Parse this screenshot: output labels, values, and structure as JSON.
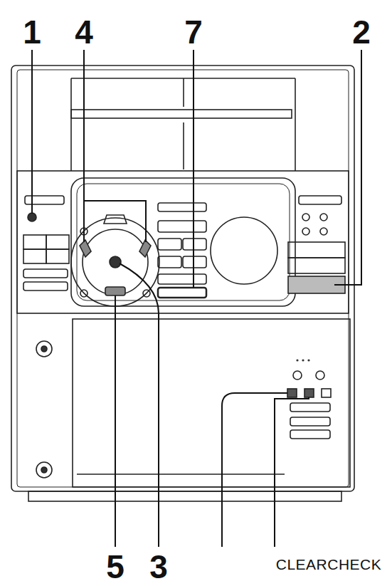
{
  "diagram": {
    "labels": [
      "1",
      "4",
      "7",
      "2",
      "5",
      "3",
      "CLEARCHECK"
    ]
  }
}
